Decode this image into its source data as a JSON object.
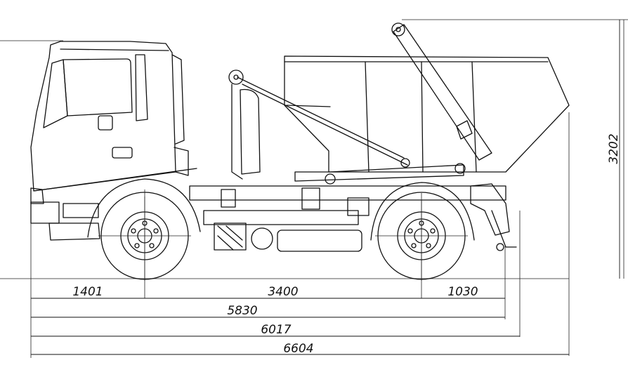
{
  "dimensions": {
    "front_overhang": "1401",
    "wheelbase": "3400",
    "rear_overhang": "1030",
    "length_frame": "5830",
    "length_body": "6017",
    "length_overall": "6604",
    "height_overall": "3202"
  }
}
